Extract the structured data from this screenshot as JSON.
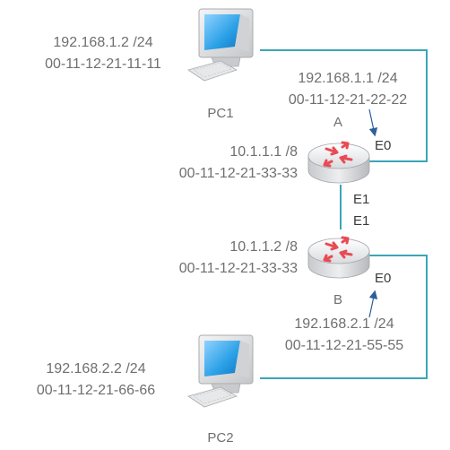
{
  "pc1": {
    "name": "PC1",
    "ip": "192.168.1.2 /24",
    "mac": "00-11-12-21-11-11"
  },
  "pc2": {
    "name": "PC2",
    "ip": "192.168.2.2 /24",
    "mac": "00-11-12-21-66-66"
  },
  "router_a": {
    "name": "A",
    "e0": {
      "label": "E0",
      "ip": "192.168.1.1 /24",
      "mac": "00-11-12-21-22-22"
    },
    "e1": {
      "label": "E1",
      "ip": "10.1.1.1 /8",
      "mac": "00-11-12-21-33-33"
    }
  },
  "router_b": {
    "name": "B",
    "e1": {
      "label": "E1",
      "ip": "10.1.1.2 /8",
      "mac": "00-11-12-21-33-33"
    },
    "e0": {
      "label": "E0",
      "ip": "192.168.2.1 /24",
      "mac": "00-11-12-21-55-55"
    }
  },
  "colors": {
    "link": "#3aa5b8",
    "pointer": "#2f5f9a",
    "router_arrow": "#e84b55",
    "screen": "#2aa0e6"
  }
}
